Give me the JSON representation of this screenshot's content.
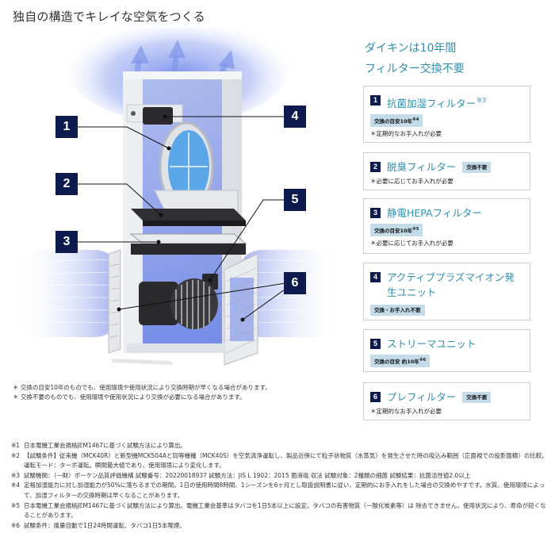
{
  "page": {
    "title": "独自の構造でキレイな空気をつくる"
  },
  "illustration": {
    "description": "Exploded view of air purifier with numbered filter components",
    "callouts": [
      "1",
      "2",
      "3",
      "4",
      "5",
      "6"
    ],
    "colors": {
      "callout_bg": "#0d1b4f",
      "airflow": "#6f86e8"
    }
  },
  "headline": {
    "line1": "ダイキンは10年間",
    "line2": "フィルター交換不要"
  },
  "cards": [
    {
      "num": "1",
      "title": "抗菌加湿フィルター",
      "title_sup": "※3",
      "badge": "交換の目安10年",
      "badge_sup": "※4",
      "badge_inline": false,
      "note": "＊定期的なお手入れが必要"
    },
    {
      "num": "2",
      "title": "脱臭フィルター",
      "title_sup": "",
      "badge": "交換不要",
      "badge_sup": "",
      "badge_inline": true,
      "note": "＊必要に応じてお手入れが必要"
    },
    {
      "num": "3",
      "title": "静電HEPAフィルター",
      "title_sup": "",
      "badge": "交換の目安10年",
      "badge_sup": "※5",
      "badge_inline": false,
      "note": "＊必要に応じてお手入れが必要"
    },
    {
      "num": "4",
      "title": "アクティブプラズマイオン発生ユニット",
      "title_sup": "",
      "badge": "交換・お手入れ不要",
      "badge_sup": "",
      "badge_inline": false,
      "note": ""
    },
    {
      "num": "5",
      "title": "ストリーマユニット",
      "title_sup": "",
      "badge": "交換の目安 約10年",
      "badge_sup": "※6",
      "badge_inline": false,
      "note": ""
    },
    {
      "num": "6",
      "title": "プレフィルター",
      "title_sup": "",
      "badge": "交換不要",
      "badge_sup": "",
      "badge_inline": true,
      "note": "＊定期的なお手入れが必要"
    }
  ],
  "disclaimers": [
    "＊ 交換の目安10年のものでも、使用環境や使用状況により交換時期が早くなる場合があります。",
    "＊ 交換不要のものでも、使用環境や使用状況により交換が必要になる場合があります。"
  ],
  "footnotes": [
    {
      "mark": "※1",
      "text": "日本電機工業会規格JEM1467に基づく試験方法により算出。"
    },
    {
      "mark": "※2",
      "text": "【試験条件】従来機（MCK40R）と新型機MCK504Aと同等機種（MCK40S）を空気清浄運転し、製品近傍にて粒子状物質（水蒸気）を発生させた時の吸込み範囲（正面視での投影面積）の比較。運転モード：ターボ運転。瞬間最大値であり、使用環境により変化します。"
    },
    {
      "mark": "※3",
      "text": "試験機関：（一財）ボーケン品質評価機構 試験番号：20220018937 試験方法：JIS L 1902：2015 菌液吸 収法 試験対象：2種類の細菌 試験結果：抗菌活性値2.0以上"
    },
    {
      "mark": "※4",
      "text": "定格加湿能力に対し加湿能力が50%に落ちるまでの期間。1日の使用時間8時間、1シーズンを6ヶ月とし取扱説明書に従い、定期的にお手入れをした場合の交換めやすです。水質、使用環境によって、加湿フィルターの交換時期は早くなることがあります。"
    },
    {
      "mark": "※5",
      "text": "日本電機工業会規格JEM1467に基づく試験方法により算出。電機工業会基準はタバコを1日5本以上に設定。タバコの有害物質（一酸化炭素等）は 除去できません。使用状況により、寿命が短くなることがあります。"
    },
    {
      "mark": "※6",
      "text": "試験条件：風量自動で1日24時間運転、タバコ1日5本喫煙。"
    }
  ]
}
